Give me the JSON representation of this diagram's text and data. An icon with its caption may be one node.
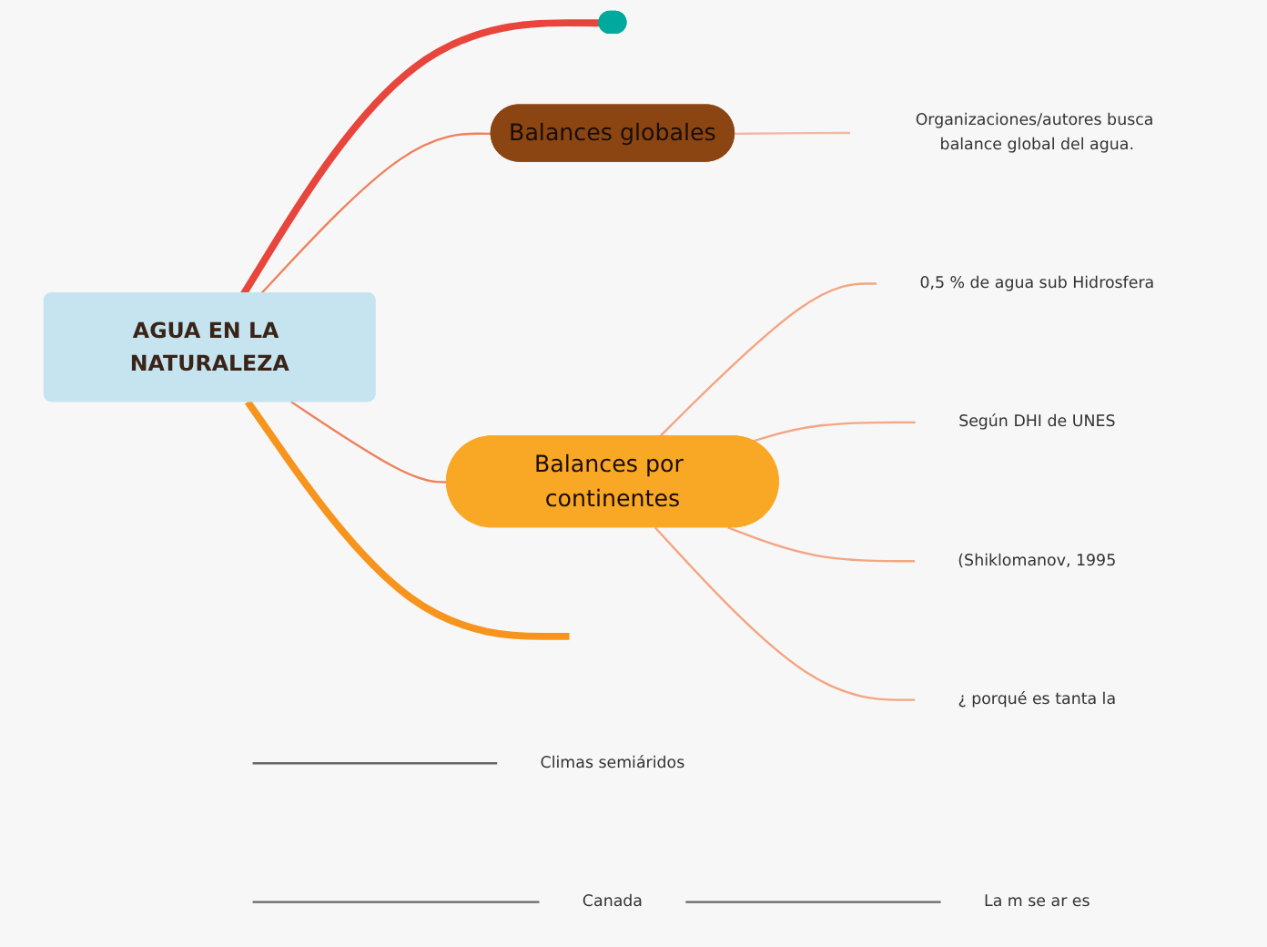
{
  "diagram": {
    "nodes": [
      {
        "text": [
          "AGUA EN LA NATURALEZA"
        ]
      },
      {
        "text": [],
        "shape": "box"
      },
      {
        "text": [
          "Balances globales"
        ]
      },
      {
        "text": [
          "Organizaciones/autores busca balance global del agua."
        ]
      },
      {
        "text": [
          "Balances por continentes"
        ]
      },
      {
        "text": [
          "0,5 % de agua sub Hidrosfera"
        ]
      },
      {
        "text": [
          "Según DHI de UNES"
        ]
      },
      {
        "text": [
          "(Shiklomanov, 1995"
        ]
      },
      {
        "text": [
          "¿ porqué es tanta la"
        ]
      },
      {
        "text": [
          "Climas semiáridos"
        ]
      },
      {
        "text": [
          "Canada"
        ]
      },
      {
        "text": [
          "La m se ar es"
        ]
      }
    ],
    "edges": [
      {
        "from": 0,
        "to": 1,
        "arrow": "none",
        "style": "thick",
        "color": "#e8453c"
      },
      {
        "from": 0,
        "to": 2,
        "arrow": "none",
        "color": "#f0805a"
      },
      {
        "from": 2,
        "to": 3,
        "arrow": "none",
        "color": "#f4b8a0"
      },
      {
        "from": 0,
        "to": 4,
        "arrow": "none",
        "color": "#f0805a"
      },
      {
        "from": 4,
        "to": 5,
        "arrow": "none",
        "color": "#f4a582"
      },
      {
        "from": 4,
        "to": 6,
        "arrow": "none",
        "color": "#f4a582"
      },
      {
        "from": 4,
        "to": 7,
        "arrow": "none",
        "color": "#f4a582"
      },
      {
        "from": 4,
        "to": 8,
        "arrow": "none",
        "color": "#f4a582"
      },
      {
        "from": 0,
        "to": null,
        "arrow": "none",
        "style": "thick",
        "color": "#f7941d"
      },
      {
        "from": null,
        "to": 9,
        "arrow": "none",
        "color": "#666666"
      },
      {
        "from": null,
        "to": 10,
        "arrow": "none",
        "color": "#666666"
      },
      {
        "from": 10,
        "to": 11,
        "arrow": "none",
        "color": "#666666"
      }
    ]
  }
}
